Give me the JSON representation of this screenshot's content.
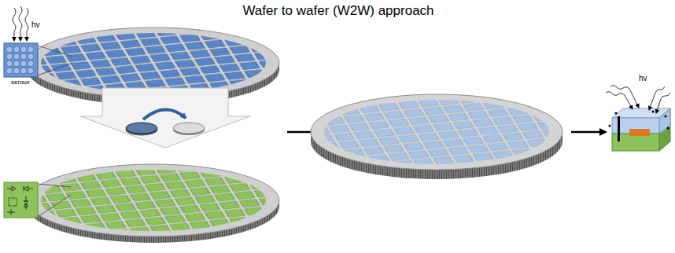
{
  "diagram": {
    "title": "Wafer to wafer (W2W) approach",
    "labels": [
      "hv",
      "sensor",
      "hv"
    ]
  }
}
